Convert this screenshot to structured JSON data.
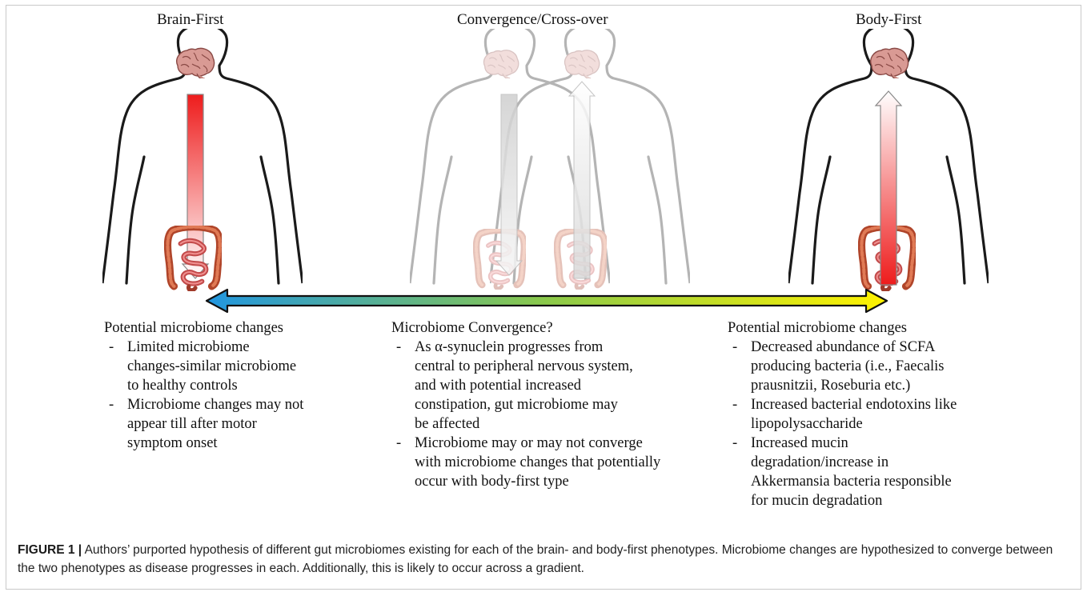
{
  "panels": {
    "left": {
      "title": "Brain-First"
    },
    "middle": {
      "title": "Convergence/Cross-over"
    },
    "right": {
      "title": "Body-First"
    }
  },
  "icons": {
    "brain": "brain-icon",
    "intestine": "intestine-icon",
    "body": "human-silhouette-icon"
  },
  "colors": {
    "arrow_red": "#ee1c1c",
    "gradient_start": "#2196e0",
    "gradient_mid": "#8bc94a",
    "gradient_end": "#fff200",
    "outline": "#1a1a1a"
  },
  "text": {
    "left": {
      "heading": "Potential microbiome changes",
      "items": [
        "Limited microbiome changes-similar microbiome to healthy controls",
        "Microbiome changes may not appear till after motor symptom onset"
      ]
    },
    "middle": {
      "heading": "Microbiome Convergence?",
      "items": [
        "As α-synuclein progresses from central to peripheral nervous system, and with potential increased constipation, gut microbiome may be affected",
        "Microbiome may or may not converge with microbiome changes that potentially occur with body-first type"
      ]
    },
    "right": {
      "heading": "Potential microbiome changes",
      "items": [
        "Decreased abundance of SCFA producing bacteria (i.e., Faecalis prausnitzii, Roseburia etc.)",
        "Increased bacterial endotoxins like lipopolysaccharide",
        "Increased mucin degradation/increase in Akkermansia bacteria responsible for mucin degradation"
      ]
    }
  },
  "caption": {
    "label": "FIGURE 1 |",
    "text": " Authors’ purported hypothesis of different gut microbiomes existing for each of the brain- and body-first phenotypes. Microbiome changes are hypothesized to converge between the two phenotypes as disease progresses in each. Additionally, this is likely to occur across a gradient."
  }
}
